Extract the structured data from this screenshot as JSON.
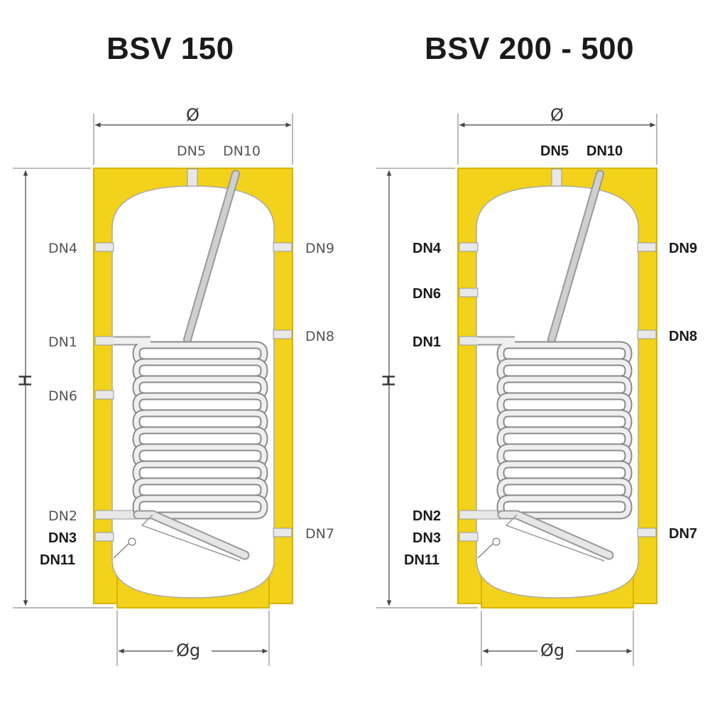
{
  "titles": {
    "left": "BSV 150",
    "right": "BSV 200 - 500"
  },
  "dims": {
    "diameter": "Ø",
    "foot_diameter": "Øg",
    "height": "H"
  },
  "left_labels": {
    "dn5": "DN5",
    "dn10": "DN10",
    "dn4": "DN4",
    "dn9": "DN9",
    "dn1": "DN1",
    "dn8": "DN8",
    "dn6": "DN6",
    "dn2": "DN2",
    "dn3": "DN3",
    "dn7": "DN7",
    "dn11": "DN11"
  },
  "right_labels": {
    "dn5": "DN5",
    "dn10": "DN10",
    "dn4": "DN4",
    "dn9": "DN9",
    "dn6": "DN6",
    "dn1": "DN1",
    "dn8": "DN8",
    "dn2": "DN2",
    "dn3": "DN3",
    "dn7": "DN7",
    "dn11": "DN11"
  },
  "colors": {
    "insulation": "#f2d21a",
    "insulation_edge": "#d9b400",
    "tank": "#ffffff",
    "coil": "#cfcfcf",
    "line": "#555555"
  }
}
